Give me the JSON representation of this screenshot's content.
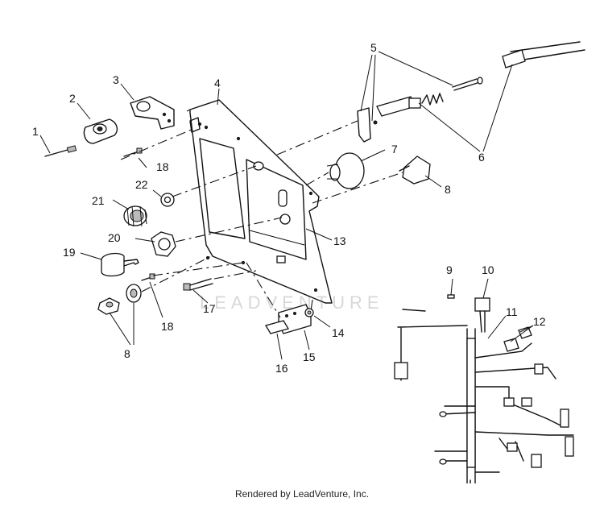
{
  "callouts": [
    {
      "id": "1",
      "label": "1"
    },
    {
      "id": "2",
      "label": "2"
    },
    {
      "id": "3",
      "label": "3"
    },
    {
      "id": "4",
      "label": "4"
    },
    {
      "id": "5",
      "label": "5"
    },
    {
      "id": "6",
      "label": "6"
    },
    {
      "id": "7",
      "label": "7"
    },
    {
      "id": "8a",
      "label": "8"
    },
    {
      "id": "8b",
      "label": "8"
    },
    {
      "id": "9",
      "label": "9"
    },
    {
      "id": "10",
      "label": "10"
    },
    {
      "id": "11",
      "label": "11"
    },
    {
      "id": "12",
      "label": "12"
    },
    {
      "id": "13",
      "label": "13"
    },
    {
      "id": "14",
      "label": "14"
    },
    {
      "id": "15",
      "label": "15"
    },
    {
      "id": "16",
      "label": "16"
    },
    {
      "id": "17",
      "label": "17"
    },
    {
      "id": "18a",
      "label": "18"
    },
    {
      "id": "18b",
      "label": "18"
    },
    {
      "id": "19",
      "label": "19"
    },
    {
      "id": "20",
      "label": "20"
    },
    {
      "id": "21",
      "label": "21"
    },
    {
      "id": "22",
      "label": "22"
    }
  ],
  "watermark": "LEADVENTURE",
  "footer": "Rendered by LeadVenture, Inc."
}
